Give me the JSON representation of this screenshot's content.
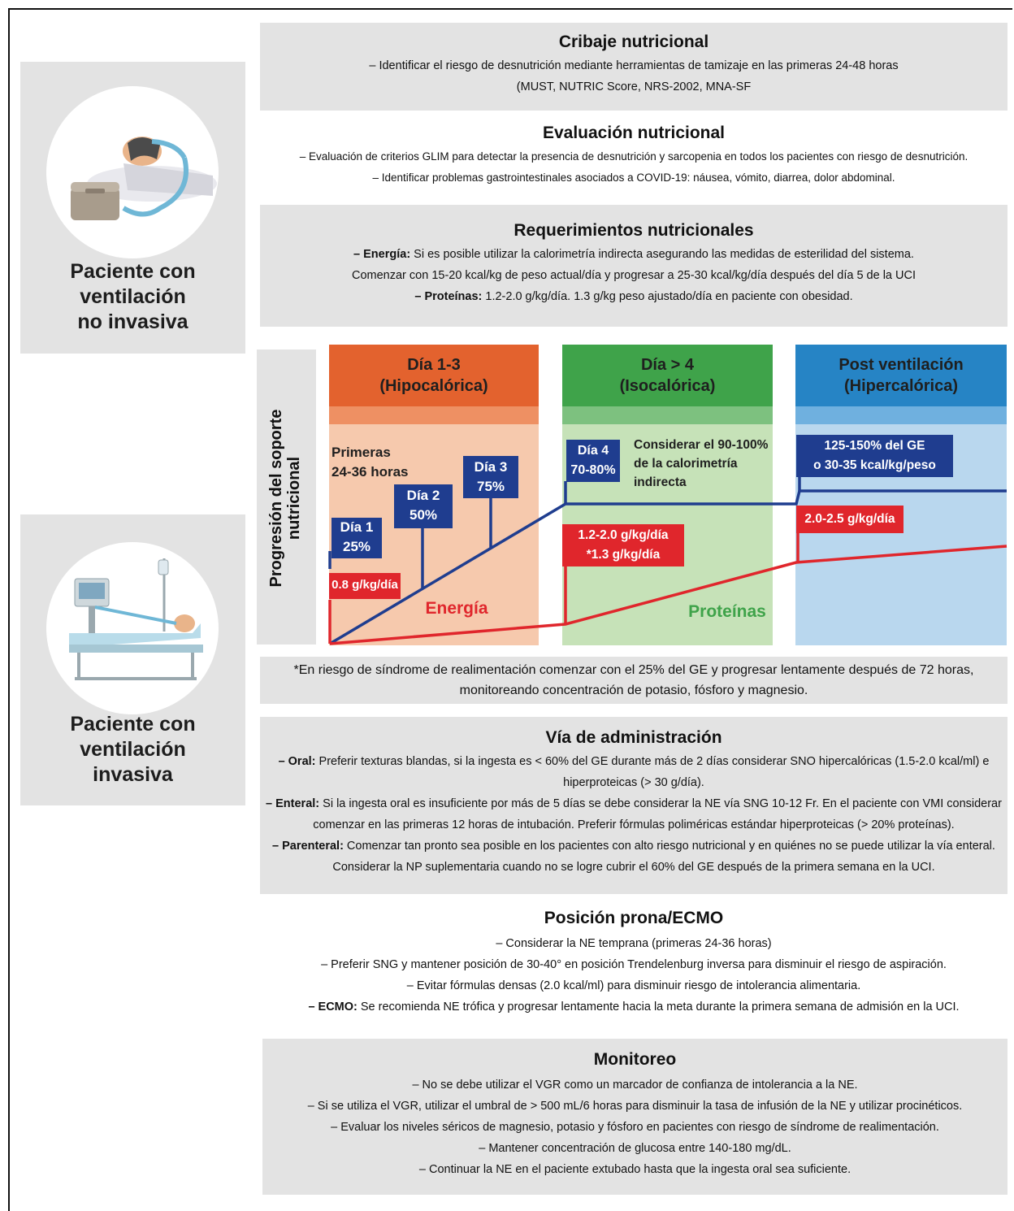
{
  "side": {
    "niv_title": [
      "Paciente con",
      "ventilación",
      "no invasiva"
    ],
    "iv_title": [
      "Paciente con",
      "ventilación",
      "invasiva"
    ]
  },
  "cribaje": {
    "title": "Cribaje nutricional",
    "lines": [
      "– Identificar el riesgo de desnutrición mediante herramientas de tamizaje en las primeras 24-48 horas",
      "(MUST, NUTRIC Score, NRS-2002, MNA-SF"
    ]
  },
  "evaluacion": {
    "title": "Evaluación nutricional",
    "lines": [
      "– Evaluación de criterios GLIM para detectar la presencia de desnutrición y sarcopenia en todos los pacientes con riesgo de desnutrición.",
      "– Identificar problemas gastrointestinales asociados a COVID-19: náusea, vómito, diarrea, dolor abdominal."
    ]
  },
  "requerimientos": {
    "title": "Requerimientos nutricionales",
    "energia_label": "– Energía:",
    "energia_text": " Si es posible utilizar la calorimetría indirecta asegurando las medidas de esterilidad del sistema.",
    "line2": "Comenzar con 15-20 kcal/kg de peso actual/día y progresar a 25-30 kcal/kg/día después del día 5 de la UCI",
    "proteinas_label": "– Proteínas:",
    "proteinas_text": " 1.2-2.0 g/kg/día. 1.3 g/kg peso ajustado/día en paciente con obesidad."
  },
  "progresion": {
    "axis_label": [
      "Progresión del soporte",
      "nutricional"
    ],
    "phase1": {
      "title": "Día 1-3",
      "subtitle": "(Hipocalórica)",
      "color": "#e3622e",
      "band": "#ee9063",
      "bg": "#f6c9ad"
    },
    "phase2": {
      "title": "Día > 4",
      "subtitle": "(Isocalórica)",
      "color": "#3fa34a",
      "band": "#7dc17f",
      "bg": "#c6e2b8"
    },
    "phase3": {
      "title": "Post ventilación",
      "subtitle": "(Hipercalórica)",
      "color": "#2684c5",
      "band": "#6fb0df",
      "bg": "#b9d7ee"
    },
    "primeras": [
      "Primeras",
      "24-36 horas"
    ],
    "dia1": [
      "Día 1",
      "25%"
    ],
    "dia2": [
      "Día 2",
      "50%"
    ],
    "dia3": [
      "Día 3",
      "75%"
    ],
    "dia4": [
      "Día 4",
      "70-80%"
    ],
    "considerar": [
      "Considerar el 90-100%",
      "de la calorimetría",
      "indirecta"
    ],
    "ge": [
      "125-150% del GE",
      "o 30-35 kcal/kg/peso"
    ],
    "prot1": "0.8 g/kg/día",
    "prot2": [
      "1.2-2.0 g/kg/día",
      "*1.3 g/kg/día"
    ],
    "prot3": "2.0-2.5 g/kg/día",
    "energia": "Energía",
    "proteinas": "Proteínas",
    "energy_color": "#1f3d8f",
    "protein_color": "#e0262c"
  },
  "refeeding": {
    "lines": [
      "*En riesgo de síndrome de realimentación comenzar con el 25% del GE y progresar lentamente después de 72 horas,",
      "monitoreando concentración de potasio, fósforo y magnesio."
    ]
  },
  "via": {
    "title": "Vía de administración",
    "oral_label": "– Oral:",
    "oral_1": " Preferir texturas blandas, si la ingesta es < 60% del GE durante más de 2 días considerar SNO hipercalóricas (1.5-2.0 kcal/ml) e",
    "oral_2": "hiperproteicas (> 30 g/día).",
    "enteral_label": "– Enteral:",
    "enteral_1": " Si la ingesta oral es insuficiente por más de 5 días se debe considerar la NE vía SNG 10-12 Fr. En el paciente con VMI considerar",
    "enteral_2": "comenzar en las primeras 12 horas de intubación. Preferir fórmulas poliméricas estándar hiperproteicas (> 20% proteínas).",
    "parenteral_label": "– Parenteral:",
    "parenteral_1": " Comenzar tan pronto sea posible en los pacientes con alto riesgo nutricional y en quiénes no se puede utilizar la vía enteral.",
    "parenteral_2": "Considerar la NP suplementaria cuando no se logre cubrir el 60% del GE después de la primera semana en la UCI."
  },
  "prona": {
    "title": "Posición prona/ECMO",
    "l1": "– Considerar la NE temprana (primeras 24-36 horas)",
    "l2": "– Preferir SNG y mantener posición de 30-40° en posición Trendelenburg inversa para disminuir el riesgo de aspiración.",
    "l3": "– Evitar fórmulas densas (2.0 kcal/ml) para disminuir riesgo de intolerancia alimentaria.",
    "ecmo_label": "– ECMO:",
    "ecmo_text": " Se recomienda NE trófica y progresar lentamente hacia la meta durante la primera semana de admisión en la UCI."
  },
  "monitoreo": {
    "title": "Monitoreo",
    "lines": [
      "– No se debe utilizar el VGR como un marcador de confianza de intolerancia a la NE.",
      "– Si se utiliza el VGR, utilizar el umbral de > 500 mL/6 horas para disminuir la tasa de infusión de la NE y utilizar procinéticos.",
      "– Evaluar los niveles séricos de magnesio, potasio y fósforo en pacientes con riesgo de síndrome de realimentación.",
      "– Mantener concentración de glucosa entre 140-180 mg/dL.",
      "– Continuar la NE en el paciente extubado hasta que la ingesta oral sea suficiente."
    ]
  }
}
